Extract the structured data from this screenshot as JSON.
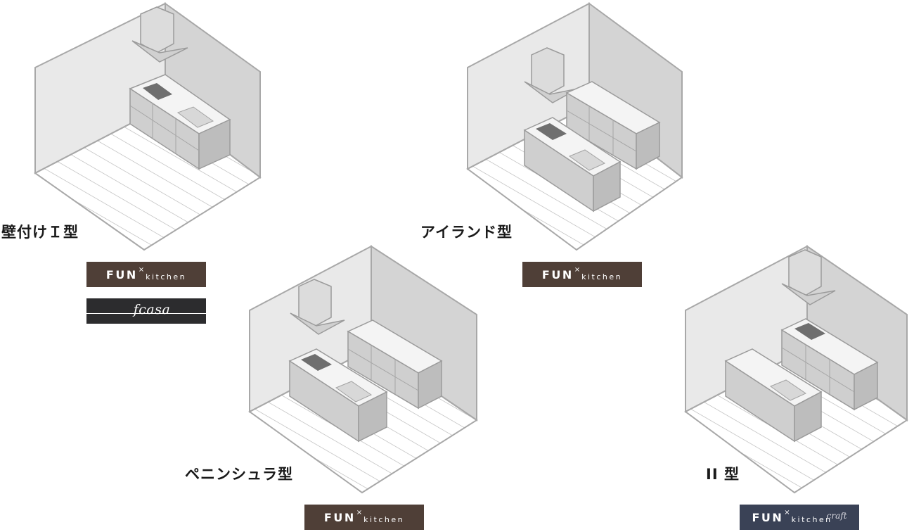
{
  "layouts": [
    {
      "id": "wall-i",
      "label": "壁付けＩ型",
      "brands": [
        "fun",
        "fcasa"
      ]
    },
    {
      "id": "island",
      "label": "アイランド型",
      "brands": [
        "fun"
      ]
    },
    {
      "id": "peninsula",
      "label": "ペニンシュラ型",
      "brands": [
        "fun"
      ]
    },
    {
      "id": "ii",
      "label": "II 型",
      "brands": [
        "fun-sig"
      ]
    }
  ],
  "brands": {
    "fun": {
      "big": "FUN",
      "x": "×",
      "small": "kitchen"
    },
    "fcasa": {
      "text": "fcasa"
    },
    "sig": {
      "text": "craft"
    }
  },
  "colors": {
    "wall_left": "#e8e8e8",
    "wall_right": "#d3d3d3",
    "stroke": "#a9a9a9",
    "fun_bg": "#4f3f37",
    "fun_ii_bg": "#3a4256",
    "fcasa_bg": "#2c2c2e"
  }
}
